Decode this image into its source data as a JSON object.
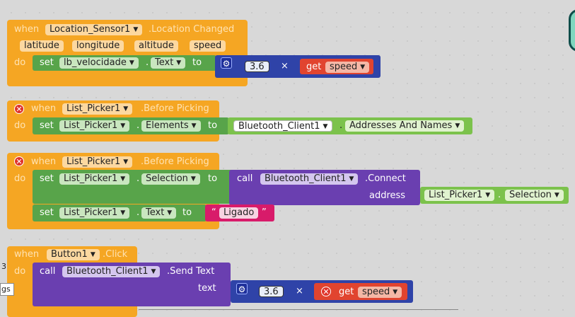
{
  "block1": {
    "when": "when",
    "component": "Location_Sensor1",
    "event": ".Location Changed",
    "params": [
      "latitude",
      "longitude",
      "altitude",
      "speed"
    ],
    "do": "do",
    "set": "set",
    "target_component": "lb_velocidade",
    "dot": ".",
    "property": "Text",
    "to": "to",
    "number": "3.6",
    "times": "×",
    "get": "get",
    "get_var": "speed"
  },
  "block2": {
    "when": "when",
    "component": "List_Picker1",
    "event": ".Before Picking",
    "do": "do",
    "set": "set",
    "target_component": "List_Picker1",
    "dot": ".",
    "property": "Elements",
    "to": "to",
    "value_component": "Bluetooth_Client1",
    "value_property": "Addresses And Names"
  },
  "block3": {
    "when": "when",
    "component": "List_Picker1",
    "event": ".Before Picking",
    "do": "do",
    "set": "set",
    "target_component": "List_Picker1",
    "dot": ".",
    "property": "Selection",
    "to": "to",
    "call": "call",
    "call_component": "Bluetooth_Client1",
    "call_method": ".Connect",
    "arg_name": "address",
    "arg_component": "List_Picker1",
    "arg_property": "Selection",
    "set2": "set",
    "set2_component": "List_Picker1",
    "set2_property": "Text",
    "set2_to": "to",
    "quote_open": "“",
    "string_value": "Ligado",
    "quote_close": "”"
  },
  "block4": {
    "when": "when",
    "component": "Button1",
    "event": ".Click",
    "do": "do",
    "call": "call",
    "call_component": "Bluetooth_Client1",
    "call_method": ".Send Text",
    "arg_name": "text",
    "number": "3.6",
    "times": "×",
    "get": "get",
    "get_var": "speed"
  },
  "side": {
    "count": "3",
    "box_text": "gs"
  },
  "icons": {
    "error": "error-icon",
    "gear": "gear-icon",
    "dropdown": "dropdown-triangle-icon"
  },
  "colors": {
    "event_block": "#f5a623",
    "set_block": "#58a44a",
    "call_block": "#6a3fb0",
    "math_block": "#3b5bc8",
    "get_block": "#e1442f",
    "text_block": "#d81b6a",
    "property_getter": "#7cc24c"
  }
}
